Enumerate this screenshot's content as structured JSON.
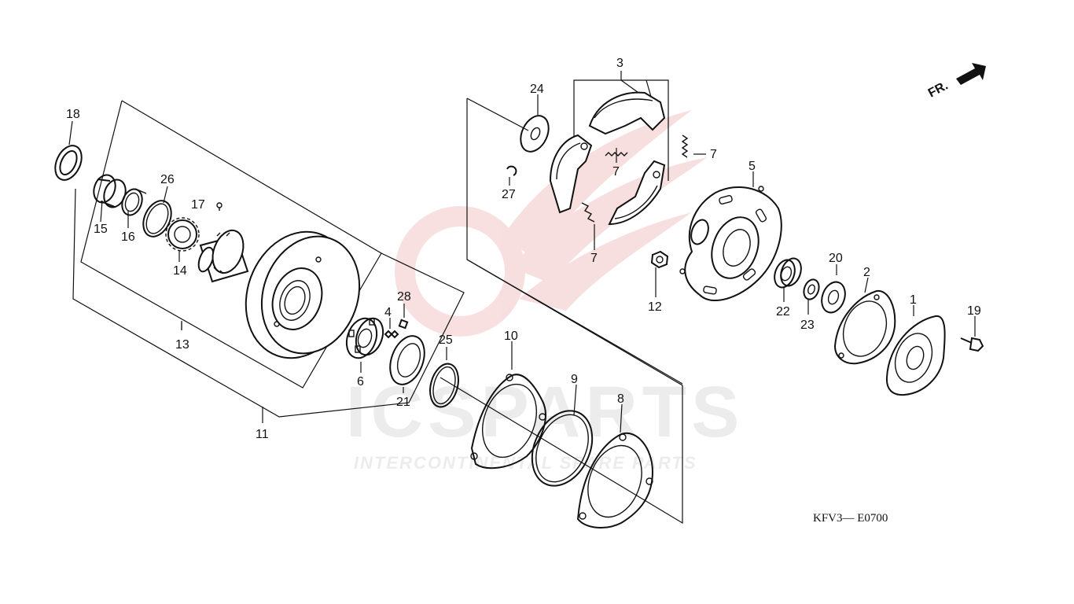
{
  "diagram_code": "KFV3— E0700",
  "direction_label": "FR.",
  "watermark": {
    "brand": "ICSPARTS",
    "tagline": "INTERCONTINENTAL SPARE PARTS"
  },
  "colors": {
    "line": "#111111",
    "watermark_red": "#f2c6c6",
    "watermark_gray": "#ececec"
  },
  "callouts": [
    "1",
    "2",
    "3",
    "4",
    "5",
    "6",
    "7",
    "7",
    "7",
    "8",
    "9",
    "10",
    "11",
    "12",
    "13",
    "14",
    "15",
    "16",
    "17",
    "18",
    "19",
    "20",
    "21",
    "22",
    "23",
    "24",
    "25",
    "26",
    "27",
    "28"
  ]
}
